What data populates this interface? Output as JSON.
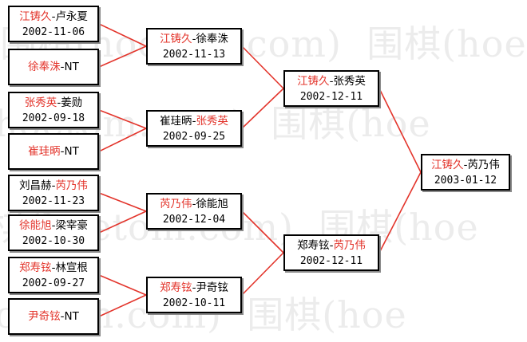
{
  "watermark": "围棋(hoetom.com)",
  "colors": {
    "winner": "#e3342b",
    "line": "#e3342b",
    "border": "#000000",
    "shadow": "#8a8a8a"
  },
  "round1": [
    {
      "p1": "江铸久",
      "p2": "卢永夏",
      "winner": 1,
      "date": "2002-11-06"
    },
    {
      "p1": "徐奉洙",
      "p2": "NT",
      "winner": 1,
      "date": ""
    },
    {
      "p1": "张秀英",
      "p2": "姜勋",
      "winner": 1,
      "date": "2002-09-18"
    },
    {
      "p1": "崔珪昞",
      "p2": "NT",
      "winner": 1,
      "date": ""
    },
    {
      "p1": "刘昌赫",
      "p2": "芮乃伟",
      "winner": 2,
      "date": "2002-11-23"
    },
    {
      "p1": "徐能旭",
      "p2": "梁宰豪",
      "winner": 1,
      "date": "2002-10-30"
    },
    {
      "p1": "郑寿铉",
      "p2": "林宣根",
      "winner": 1,
      "date": "2002-09-27"
    },
    {
      "p1": "尹奇铉",
      "p2": "NT",
      "winner": 1,
      "date": ""
    }
  ],
  "round2": [
    {
      "p1": "江铸久",
      "p2": "徐奉洙",
      "winner": 1,
      "date": "2002-11-13"
    },
    {
      "p1": "崔珪昞",
      "p2": "张秀英",
      "winner": 2,
      "date": "2002-09-25"
    },
    {
      "p1": "芮乃伟",
      "p2": "徐能旭",
      "winner": 1,
      "date": "2002-12-04"
    },
    {
      "p1": "郑寿铉",
      "p2": "尹奇铉",
      "winner": 1,
      "date": "2002-10-11"
    }
  ],
  "round3": [
    {
      "p1": "江铸久",
      "p2": "张秀英",
      "winner": 1,
      "date": "2002-12-11"
    },
    {
      "p1": "郑寿铉",
      "p2": "芮乃伟",
      "winner": 2,
      "date": "2002-12-11"
    }
  ],
  "final": [
    {
      "p1": "江铸久",
      "p2": "芮乃伟",
      "winner": 1,
      "date": "2003-01-12"
    }
  ]
}
